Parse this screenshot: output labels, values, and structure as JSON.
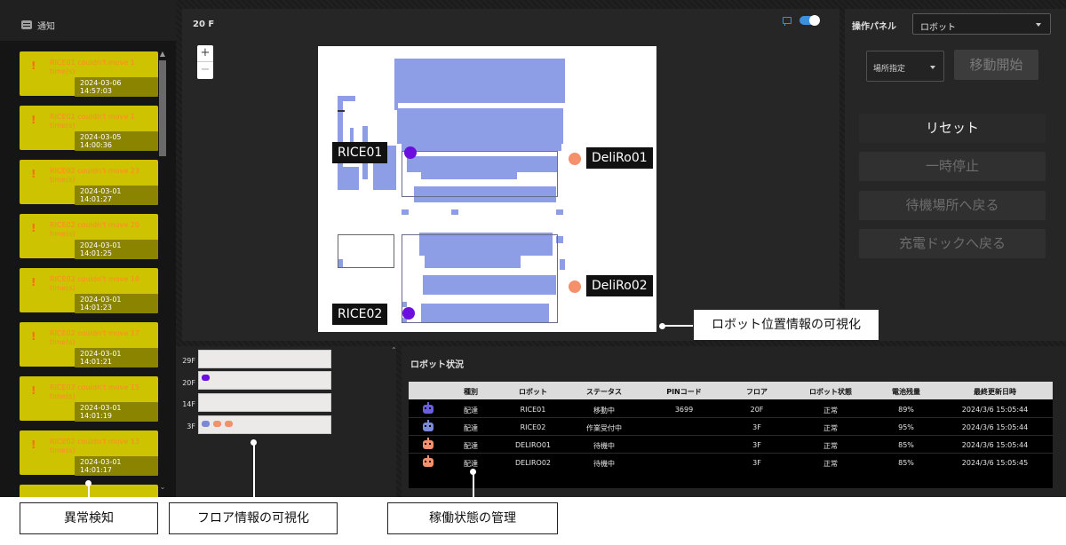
{
  "notifications": {
    "title": "通知",
    "items": [
      {
        "message": "RICE01 couldn't move 1 time(s)",
        "time": "2024-03-06 14:57:03"
      },
      {
        "message": "RICE01 couldn't move 1 time(s)",
        "time": "2024-03-05 14:00:36"
      },
      {
        "message": "RICE02 couldn't move 23 time(s)",
        "time": "2024-03-01 14:01:27"
      },
      {
        "message": "RICE02 couldn't move 20 time(s)",
        "time": "2024-03-01 14:01:25"
      },
      {
        "message": "RICE02 couldn't move 18 time(s)",
        "time": "2024-03-01 14:01:23"
      },
      {
        "message": "RICE02 couldn't move 17 time(s)",
        "time": "2024-03-01 14:01:21"
      },
      {
        "message": "RICE02 couldn't move 15 time(s)",
        "time": "2024-03-01 14:01:19"
      },
      {
        "message": "RICE02 couldn't move 13 time(s)",
        "time": "2024-03-01 14:01:17"
      }
    ]
  },
  "map": {
    "floor": "20 F",
    "zoom_in": "+",
    "zoom_out": "−",
    "robots": [
      {
        "id": "RICE01",
        "color": "#6a0fe0"
      },
      {
        "id": "DeliRo01",
        "color": "#f4906c"
      },
      {
        "id": "DeliRo02",
        "color": "#f4906c"
      },
      {
        "id": "RICE02",
        "color": "#6a0fe0"
      }
    ]
  },
  "operation_panel": {
    "title": "操作パネル",
    "target_select": "ロボット",
    "place_select": "場所指定",
    "start_button": "移動開始",
    "reset_button": "リセット",
    "pause_button": "一時停止",
    "return_standby_button": "待機場所へ戻る",
    "return_dock_button": "充電ドックへ戻る"
  },
  "floors": [
    {
      "label": "29F",
      "robots": []
    },
    {
      "label": "20F",
      "robots": [
        "#6a0fe0"
      ]
    },
    {
      "label": "14F",
      "robots": []
    },
    {
      "label": "3F",
      "robots": [
        "#7a88d8",
        "#f4906c",
        "#f4906c"
      ]
    }
  ],
  "status": {
    "title": "ロボット状況",
    "columns": [
      "種別",
      "ロボット",
      "ステータス",
      "PINコード",
      "フロア",
      "ロボット状態",
      "電池残量",
      "最終更新日時"
    ],
    "rows": [
      {
        "icon_color": "#6a5fe0",
        "cells": [
          "配達",
          "RICE01",
          "移動中",
          "3699",
          "20F",
          "正常",
          "89%",
          "2024/3/6 15:05:44"
        ]
      },
      {
        "icon_color": "#7a88d8",
        "cells": [
          "配達",
          "RICE02",
          "作業受付中",
          "",
          "3F",
          "正常",
          "95%",
          "2024/3/6 15:05:44"
        ]
      },
      {
        "icon_color": "#f4906c",
        "cells": [
          "配達",
          "DELIRO01",
          "待機中",
          "",
          "3F",
          "正常",
          "85%",
          "2024/3/6 15:05:44"
        ]
      },
      {
        "icon_color": "#f4906c",
        "cells": [
          "配達",
          "DELIRO02",
          "待機中",
          "",
          "3F",
          "正常",
          "85%",
          "2024/3/6 15:05:45"
        ]
      }
    ]
  },
  "callouts": {
    "robot_position": "ロボット位置情報の可視化",
    "anomaly": "異常検知",
    "floor_info": "フロア情報の可視化",
    "operation_status": "稼働状態の管理"
  }
}
